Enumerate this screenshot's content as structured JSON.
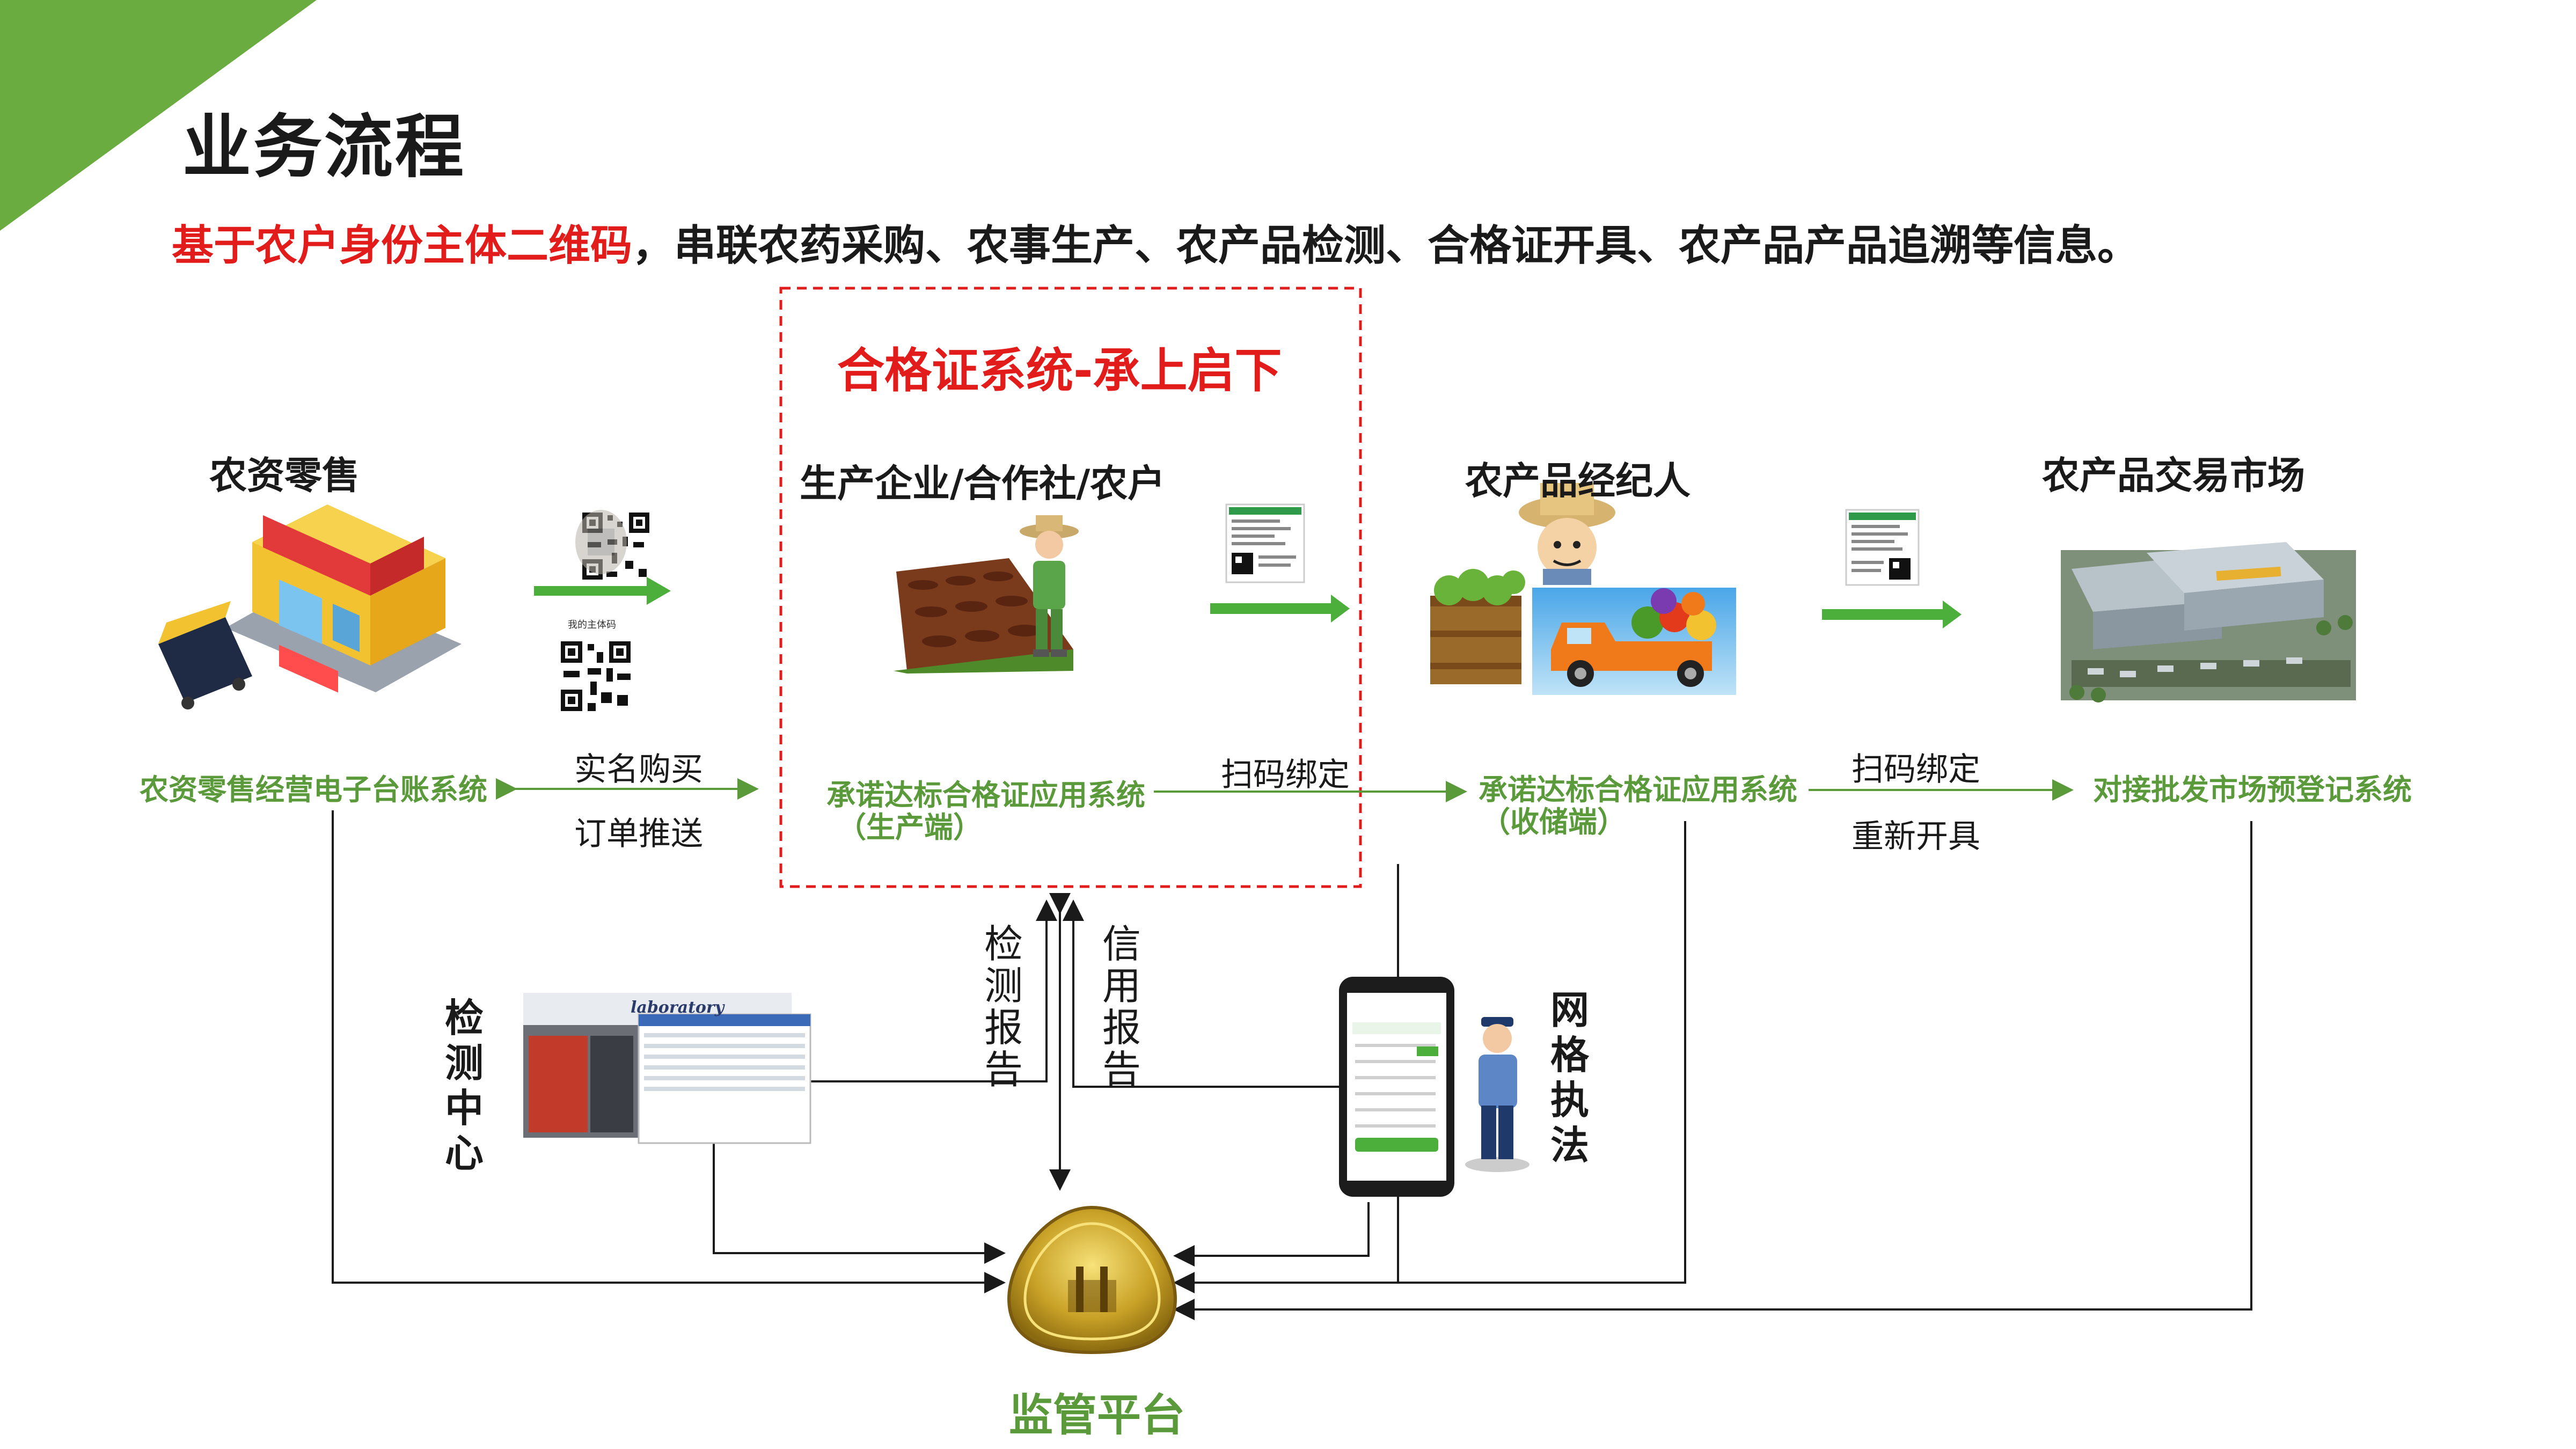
{
  "header": {
    "title": "业务流程",
    "subtitle_red": "基于农户身份主体二维码",
    "subtitle_rest": "，串联农药采购、农事生产、农产品检测、合格证开具、农产品产品追溯等信息。"
  },
  "cert_box": {
    "title": "合格证系统-承上启下"
  },
  "stages": {
    "retail": {
      "title": "农资零售",
      "system": "农资零售经营电子台账系统"
    },
    "producer": {
      "title": "生产企业/合作社/农户",
      "system_line1": "承诺达标合格证应用系统",
      "system_line2": "（生产端）"
    },
    "broker": {
      "title": "农产品经纪人",
      "system_line1": "承诺达标合格证应用系统",
      "system_line2": "（收储端）"
    },
    "market": {
      "title": "农产品交易市场",
      "system": "对接批发市场预登记系统"
    }
  },
  "flows": {
    "realname_buy": "实名购买",
    "order_push": "订单推送",
    "scan_bind_1": "扫码绑定",
    "scan_bind_2": "扫码绑定",
    "reissue": "重新开具"
  },
  "bottom": {
    "test_center": "检测中心",
    "grid_law": "网格执法",
    "test_report": "检测报告",
    "credit_report": "信用报告",
    "platform": "监管平台",
    "qr_caption": "我的主体码",
    "lab_sign": "laboratory"
  },
  "colors": {
    "accent_green": "#5a9a3a",
    "arrow_green": "#4caf3c",
    "red": "#e21b1b",
    "corner_green": "#6aac3f"
  },
  "icons": [
    "store-icon",
    "qr-code-icon",
    "farmer-icon",
    "certificate-icon",
    "truck-icon",
    "market-warehouse-icon",
    "laboratory-icon",
    "phone-icon",
    "police-icon",
    "emblem-icon"
  ]
}
